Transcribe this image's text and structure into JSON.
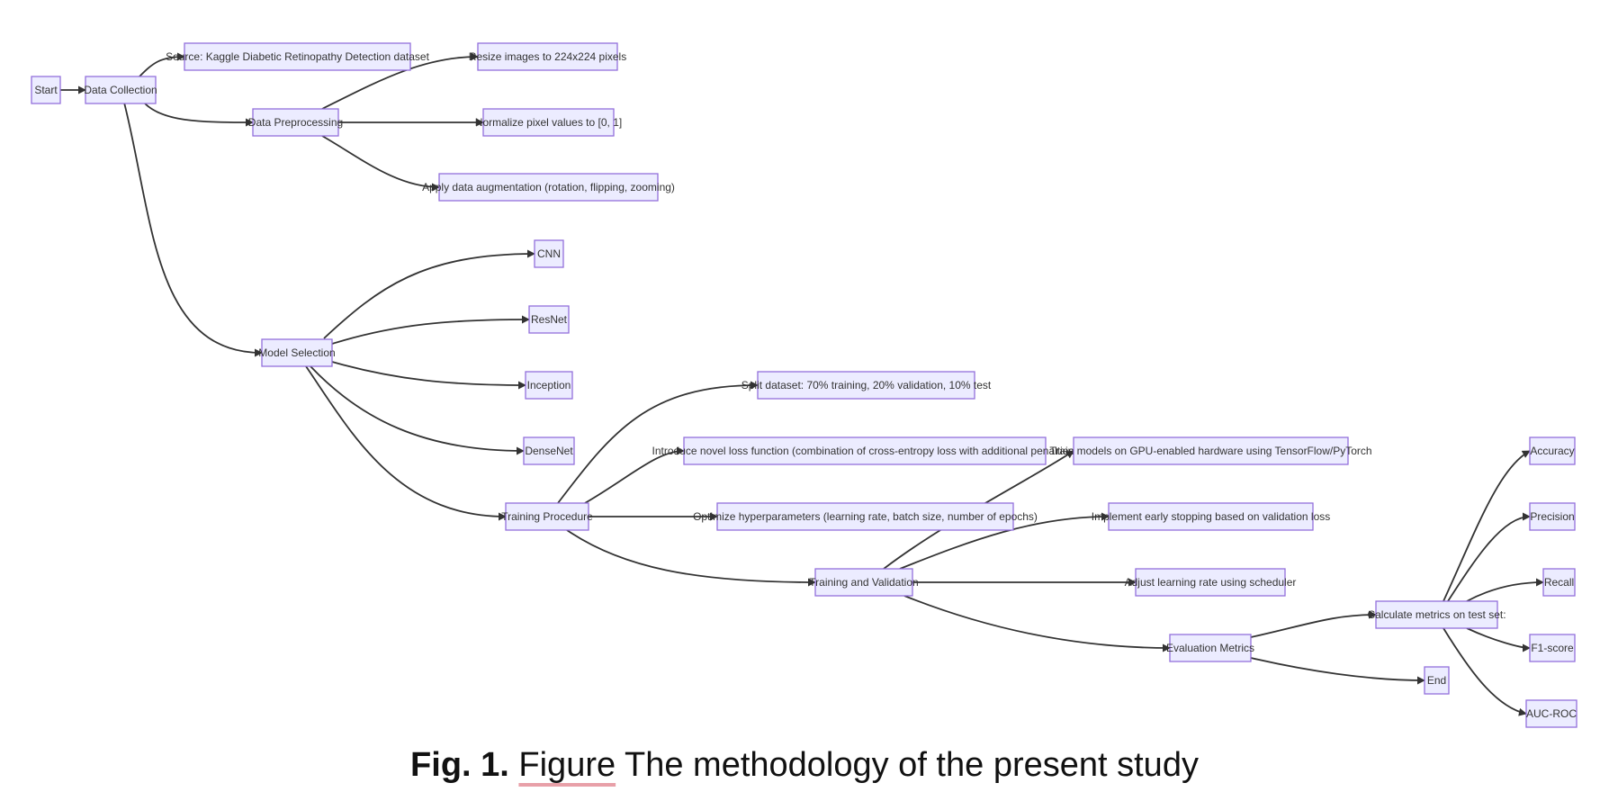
{
  "nodes": {
    "start": "Start",
    "data_collection": "Data Collection",
    "source": "Source: Kaggle Diabetic Retinopathy Detection dataset",
    "data_preprocessing": "Data Preprocessing",
    "resize": "Resize images to 224x224 pixels",
    "normalize": "Normalize pixel values to [0, 1]",
    "augmentation": "Apply data augmentation (rotation, flipping, zooming)",
    "cnn": "CNN",
    "resnet": "ResNet",
    "model_selection": "Model Selection",
    "inception": "Inception",
    "densenet": "DenseNet",
    "training_procedure": "Training Procedure",
    "split_dataset": "Split dataset: 70% training, 20% validation, 10% test",
    "novel_loss": "Introduce novel loss function (combination of cross-entropy loss with additional penalties)",
    "train_models": "Train models on GPU-enabled hardware using TensorFlow/PyTorch",
    "optimize_hyper": "Optimize hyperparameters (learning rate, batch size, number of epochs)",
    "early_stopping": "Implement early stopping based on validation loss",
    "training_validation": "Training and Validation",
    "adjust_lr": "Adjust learning rate using scheduler",
    "evaluation_metrics": "Evaluation Metrics",
    "calculate_metrics": "Calculate metrics on test set:",
    "end": "End",
    "accuracy": "Accuracy",
    "precision": "Precision",
    "recall": "Recall",
    "f1_score": "F1-score",
    "auc_roc": "AUC-ROC"
  },
  "caption": {
    "label": "Fig. 1.",
    "word": "Figure",
    "text": "The methodology of the present study"
  },
  "colors": {
    "node_fill": "#ececff",
    "node_stroke": "#9370db",
    "edge": "#333333"
  }
}
